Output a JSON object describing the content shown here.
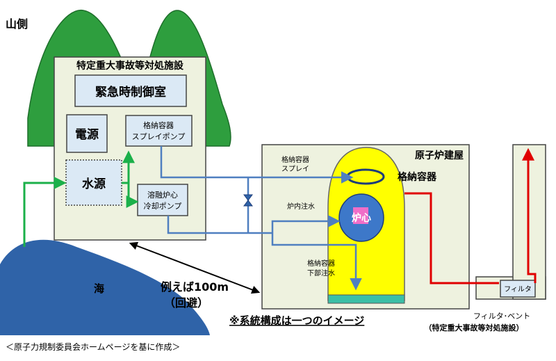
{
  "labels": {
    "mountain_side": "山側",
    "facility_title": "特定重大事故等対処施設",
    "control_room": "緊急時制御室",
    "power": "電源",
    "water": "水源",
    "spray_pump_1": "格納容器",
    "spray_pump_2": "スプレイポンプ",
    "cooling_pump_1": "溶融炉心",
    "cooling_pump_2": "冷却ポンプ",
    "reactor_building": "原子炉建屋",
    "containment": "格納容器",
    "spray_1": "格納容器",
    "spray_2": "スプレイ",
    "in_core_injection": "炉内注水",
    "core": "炉心",
    "lower_injection_1": "格納容器",
    "lower_injection_2": "下部注水",
    "sea": "海",
    "distance": "例えば100m",
    "avoid": "（回避）",
    "note": "※系統構成は一つのイメージ",
    "filter": "フィルタ",
    "filter_vent_1": "フィルタ･ベント",
    "filter_vent_2": "（特定重大事故等対処施設）",
    "source": "＜原子力規制委員会ホームページを基に作成＞"
  },
  "colors": {
    "mountain": "#2e9e3e",
    "facility_fill": "#eef2df",
    "box_fill": "#dbe9f5",
    "pipe_blue": "#4f7fc0",
    "pipe_green": "#1bb04a",
    "vent_red": "#e00000",
    "vessel_yellow": "#ffff00",
    "core_blue": "#3d78c9",
    "core_pink": "#f06ec8",
    "sea_blue": "#2f63a8",
    "ground_teal": "#3bbfa6"
  }
}
